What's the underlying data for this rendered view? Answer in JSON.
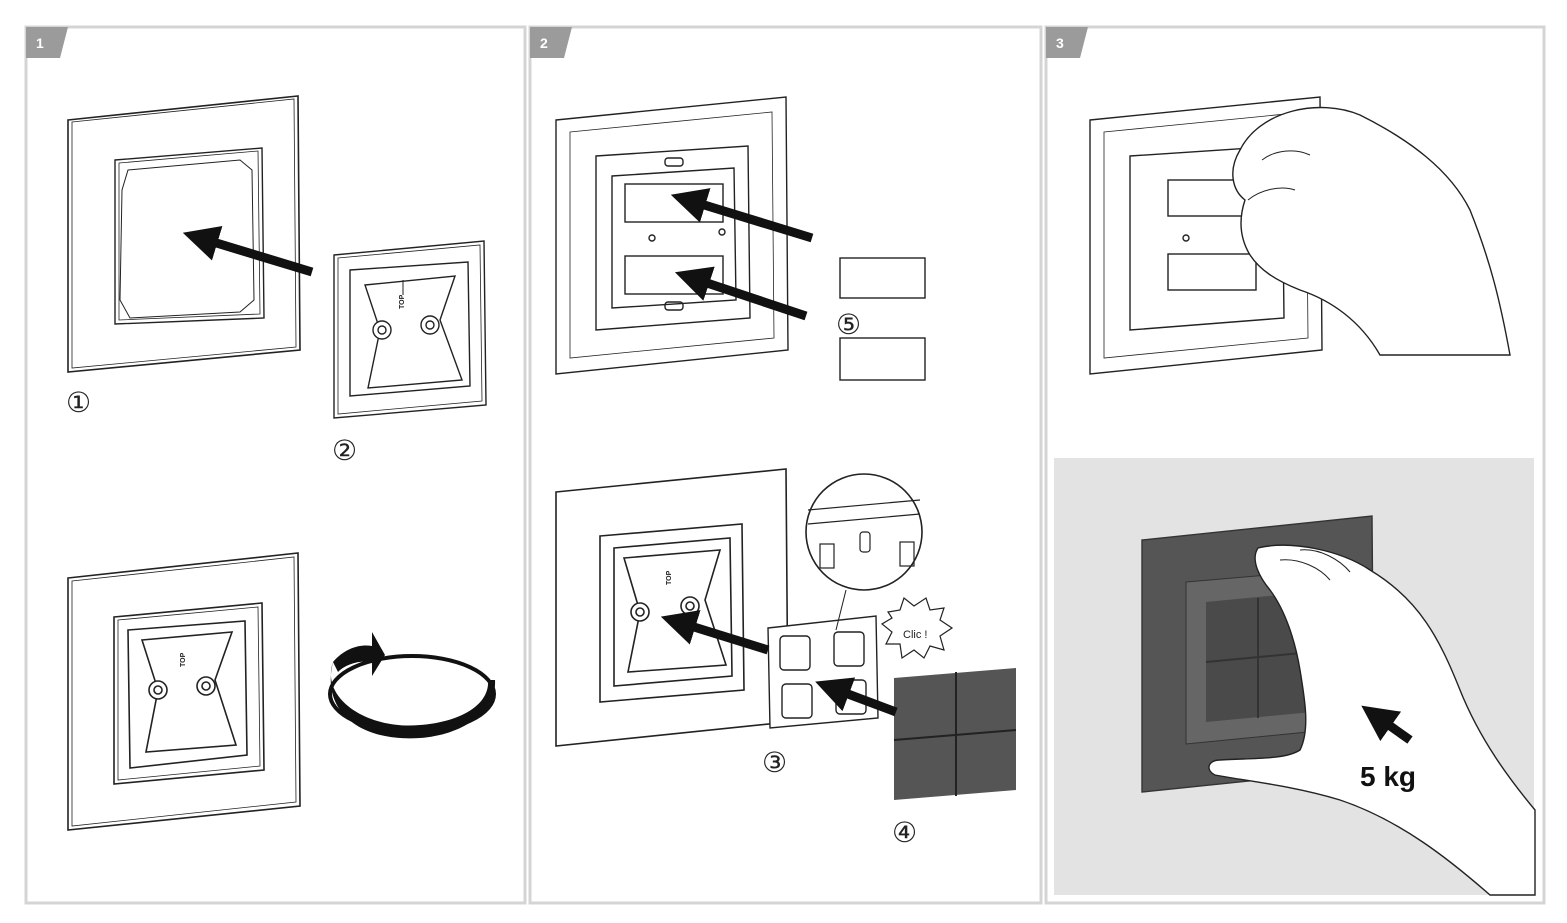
{
  "steps": [
    {
      "number": "1"
    },
    {
      "number": "2"
    },
    {
      "number": "3"
    }
  ],
  "callouts": {
    "c1": "①",
    "c2": "②",
    "c3": "③",
    "c4": "④",
    "c5": "⑤"
  },
  "labels": {
    "top": "TOP",
    "clic": "Clic !",
    "weight": "5 kg"
  },
  "colors": {
    "panel_border": "#d4d4d4",
    "step_tab": "#9b9b9b",
    "shaded_background": "#e3e3e3",
    "line": "#222222",
    "button_gray": "#555555"
  }
}
